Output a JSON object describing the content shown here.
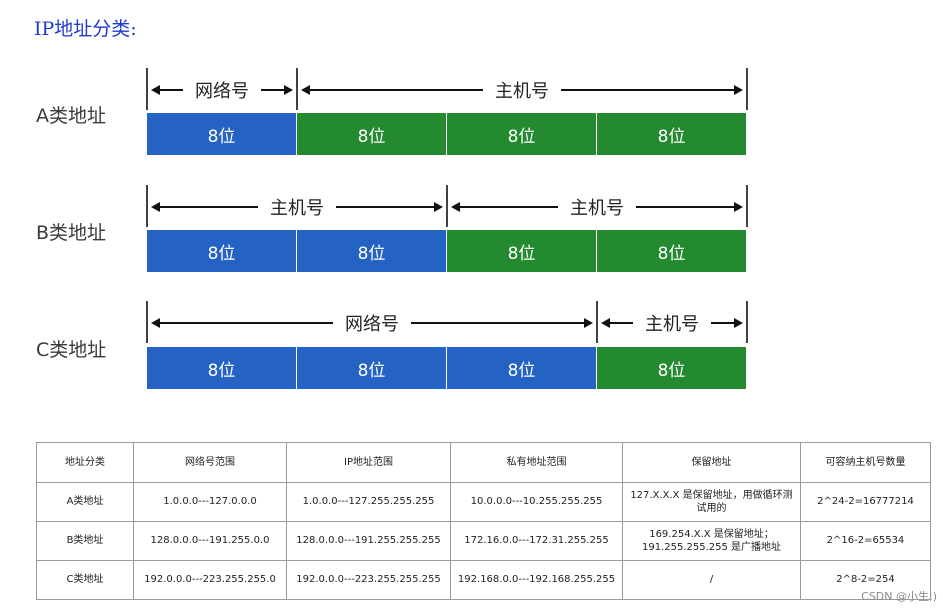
{
  "title": "IP地址分类:",
  "colors": {
    "network": "#2462c4",
    "host": "#248a2f",
    "title": "#1f3bcf"
  },
  "rows": [
    {
      "label": "A类地址",
      "cells": [
        {
          "text": "8位",
          "kind": "network"
        },
        {
          "text": "8位",
          "kind": "host"
        },
        {
          "text": "8位",
          "kind": "host"
        },
        {
          "text": "8位",
          "kind": "host"
        }
      ],
      "spans": [
        {
          "label": "网络号",
          "from": 0,
          "to": 1
        },
        {
          "label": "主机号",
          "from": 1,
          "to": 4
        }
      ]
    },
    {
      "label": "B类地址",
      "cells": [
        {
          "text": "8位",
          "kind": "network"
        },
        {
          "text": "8位",
          "kind": "network"
        },
        {
          "text": "8位",
          "kind": "host"
        },
        {
          "text": "8位",
          "kind": "host"
        }
      ],
      "spans": [
        {
          "label": "主机号",
          "from": 0,
          "to": 2
        },
        {
          "label": "主机号",
          "from": 2,
          "to": 4
        }
      ]
    },
    {
      "label": "C类地址",
      "cells": [
        {
          "text": "8位",
          "kind": "network"
        },
        {
          "text": "8位",
          "kind": "network"
        },
        {
          "text": "8位",
          "kind": "network"
        },
        {
          "text": "8位",
          "kind": "host"
        }
      ],
      "spans": [
        {
          "label": "网络号",
          "from": 0,
          "to": 3
        },
        {
          "label": "主机号",
          "from": 3,
          "to": 4
        }
      ]
    }
  ],
  "table": {
    "headers": [
      "地址分类",
      "网络号范围",
      "IP地址范围",
      "私有地址范围",
      "保留地址",
      "可容纳主机号数量"
    ],
    "rows": [
      [
        "A类地址",
        "1.0.0.0---127.0.0.0",
        "1.0.0.0---127.255.255.255",
        "10.0.0.0---10.255.255.255",
        "127.X.X.X 是保留地址，用做循环测试用的",
        "2^24-2=16777214"
      ],
      [
        "B类地址",
        "128.0.0.0---191.255.0.0",
        "128.0.0.0---191.255.255.255",
        "172.16.0.0---172.31.255.255",
        "169.254.X.X 是保留地址；191.255.255.255 是广播地址",
        "2^16-2=65534"
      ],
      [
        "C类地址",
        "192.0.0.0---223.255.255.0",
        "192.0.0.0---223.255.255.255",
        "192.168.0.0---192.168.255.255",
        "/",
        "2^8-2=254"
      ]
    ]
  },
  "watermark": "CSDN @小生;)"
}
